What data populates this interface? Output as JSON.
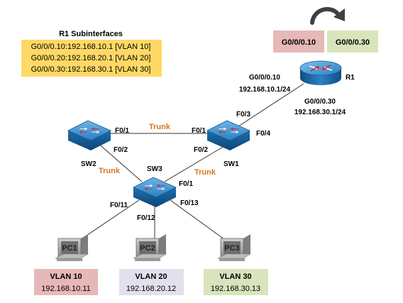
{
  "subinterfaces": {
    "title": "R1 Subinterfaces",
    "lines": [
      "G0/0/0.10:192.168.10.1 [VLAN 10]",
      "G0/0/0.20:192.168.20.1 [VLAN 20]",
      "G0/0/0.30:192.168.30.1 [VLAN 30]"
    ]
  },
  "router": {
    "name": "R1",
    "tags": [
      "G0/0/0.10",
      "G0/0/0.30"
    ],
    "if_a": "G0/0/0.10",
    "ip_a": "192.168.10.1/24",
    "if_b": "G0/0/0.30",
    "ip_b": "192.168.30.1/24"
  },
  "sw1": {
    "name": "SW1",
    "p_f03": "F0/3",
    "p_f04": "F0/4",
    "p_f01": "F0/1",
    "p_f02": "F0/2"
  },
  "sw2": {
    "name": "SW2",
    "p_f01": "F0/1",
    "p_f02": "F0/2"
  },
  "sw3": {
    "name": "SW3",
    "p_f01": "F0/1",
    "p_f011": "F0/11",
    "p_f012": "F0/12",
    "p_f013": "F0/13"
  },
  "trunk_label": "Trunk",
  "pcs": [
    {
      "name": "PC1",
      "vlan": "VLAN 10",
      "ip": "192.168.10.11",
      "color": "#e6b8b7"
    },
    {
      "name": "PC2",
      "vlan": "VLAN 20",
      "ip": "192.168.20.12",
      "color": "#e4dfec"
    },
    {
      "name": "PC3",
      "vlan": "VLAN 30",
      "ip": "192.168.30.13",
      "color": "#d8e4bc"
    }
  ],
  "colors": {
    "vlan10": "#e6b8b7",
    "vlan20": "#e4dfec",
    "vlan30": "#d8e4bc",
    "subif_box": "#ffd966",
    "trunk_text": "#d5761e",
    "device_blue": "#1f77b4"
  },
  "icons": {
    "router": "router-icon",
    "switch": "switch-icon",
    "pc": "pc-icon",
    "rotate": "rotate-arrow-icon"
  }
}
